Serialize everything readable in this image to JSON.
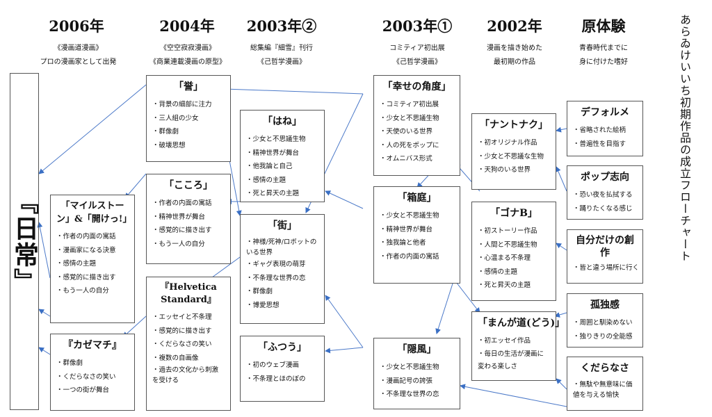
{
  "columns": [
    {
      "year": "2006年",
      "sub": [
        "《漫画道漫画》",
        "プロの漫画家として出発"
      ]
    },
    {
      "year": "2004年",
      "sub": [
        "《空空寂寂漫画》",
        "《商業連載漫画の原型》"
      ]
    },
    {
      "year": "2003年②",
      "sub": [
        "総集編『細雪』刊行",
        "《己哲学漫画》"
      ]
    },
    {
      "year": "2003年①",
      "sub": [
        "コミティア初出展",
        "《己哲学漫画》"
      ]
    },
    {
      "year": "2002年",
      "sub": [
        "漫画を描き始めた",
        "最初期の作品"
      ]
    },
    {
      "year": "原体験",
      "sub": [
        "青春時代までに",
        "身に付けた嗜好"
      ]
    }
  ],
  "side_title": "あらゐけいいち初期作品の成立フローチャート",
  "main_work": "『日常』",
  "boxes": {
    "homare": {
      "title": "「誉」",
      "items": [
        "背景の細部に注力",
        "三人組の少女",
        "群像劇",
        "破壊思想"
      ]
    },
    "kokoro": {
      "title": "「こころ」",
      "items": [
        "作者の内面の寓話",
        "精神世界が舞台",
        "感覚的に描き出す",
        "もう一人の自分"
      ]
    },
    "helvetica": {
      "title": "『Helvetica Standard』",
      "items": [
        "エッセイと不条理",
        "感覚的に描き出す",
        "くだらなさの笑い",
        "複数の自画像",
        "過去の文化から刺激を受ける"
      ]
    },
    "milestone": {
      "title": "「マイルストーン」&「開けっ!」",
      "items": [
        "作者の内面の寓話",
        "漫画家になる決意",
        "感情の主題",
        "感覚的に描き出す",
        "もう一人の自分"
      ]
    },
    "kazemachi": {
      "title": "『カゼマチ』",
      "items": [
        "群像劇",
        "くだらなさの笑い",
        "一つの街が舞台"
      ]
    },
    "hane": {
      "title": "「はね」",
      "items": [
        "少女と不思議生物",
        "精神世界が舞台",
        "他我論と自己",
        "感情の主題",
        "死と昇天の主題"
      ]
    },
    "machi": {
      "title": "「街」",
      "items": [
        "神様/死神/ロボットのいる世界",
        "ギャグ表現の萌芽",
        "不条理な世界の恋",
        "群像劇",
        "博愛思想"
      ]
    },
    "futsuu": {
      "title": "「ふつう」",
      "items": [
        "初のウェブ漫画",
        "不条理とほのぼの"
      ]
    },
    "shiawase": {
      "title": "「幸せの角度」",
      "items": [
        "コミティア初出展",
        "少女と不思議生物",
        "天使のいる世界",
        "人の死をポップに",
        "オムニバス形式"
      ]
    },
    "hakoniwa": {
      "title": "「箱庭」",
      "items": [
        "少女と不思議生物",
        "精神世界が舞台",
        "独我論と他者",
        "作者の内面の寓話"
      ]
    },
    "inpuu": {
      "title": "「隠風」",
      "items": [
        "少女と不思議生物",
        "漫画記号の誇張",
        "不条理な世界の恋"
      ]
    },
    "nantonaku": {
      "title": "「ナントナク」",
      "items": [
        "初オリジナル作品",
        "少女と不思議な生物",
        "天狗のいる世界"
      ]
    },
    "gonab": {
      "title": "「ゴナB」",
      "items": [
        "初ストーリー作品",
        "人間と不思議生物",
        "心温まる不条理",
        "感情の主題",
        "死と昇天の主題"
      ]
    },
    "mangamichi": {
      "title": "「まんが道(どう)」",
      "items": [
        "初エッセイ作品",
        "毎日の生活が漫画に変わる楽しさ"
      ]
    },
    "deformer": {
      "title": "デフォルメ",
      "items": [
        "省略された絵柄",
        "普遍性を目指す"
      ]
    },
    "pop": {
      "title": "ポップ志向",
      "items": [
        "恐い夜を払拭する",
        "踊りたくなる感じ"
      ]
    },
    "jibun": {
      "title": "自分だけの創作",
      "items": [
        "皆と違う場所に行く"
      ]
    },
    "kodoku": {
      "title": "孤独感",
      "items": [
        "周囲と馴染めない",
        "独りきりの全能感"
      ]
    },
    "kudaranasa": {
      "title": "くだらなさ",
      "items": [
        "無駄や無意味に価値を与える愉快"
      ]
    }
  }
}
